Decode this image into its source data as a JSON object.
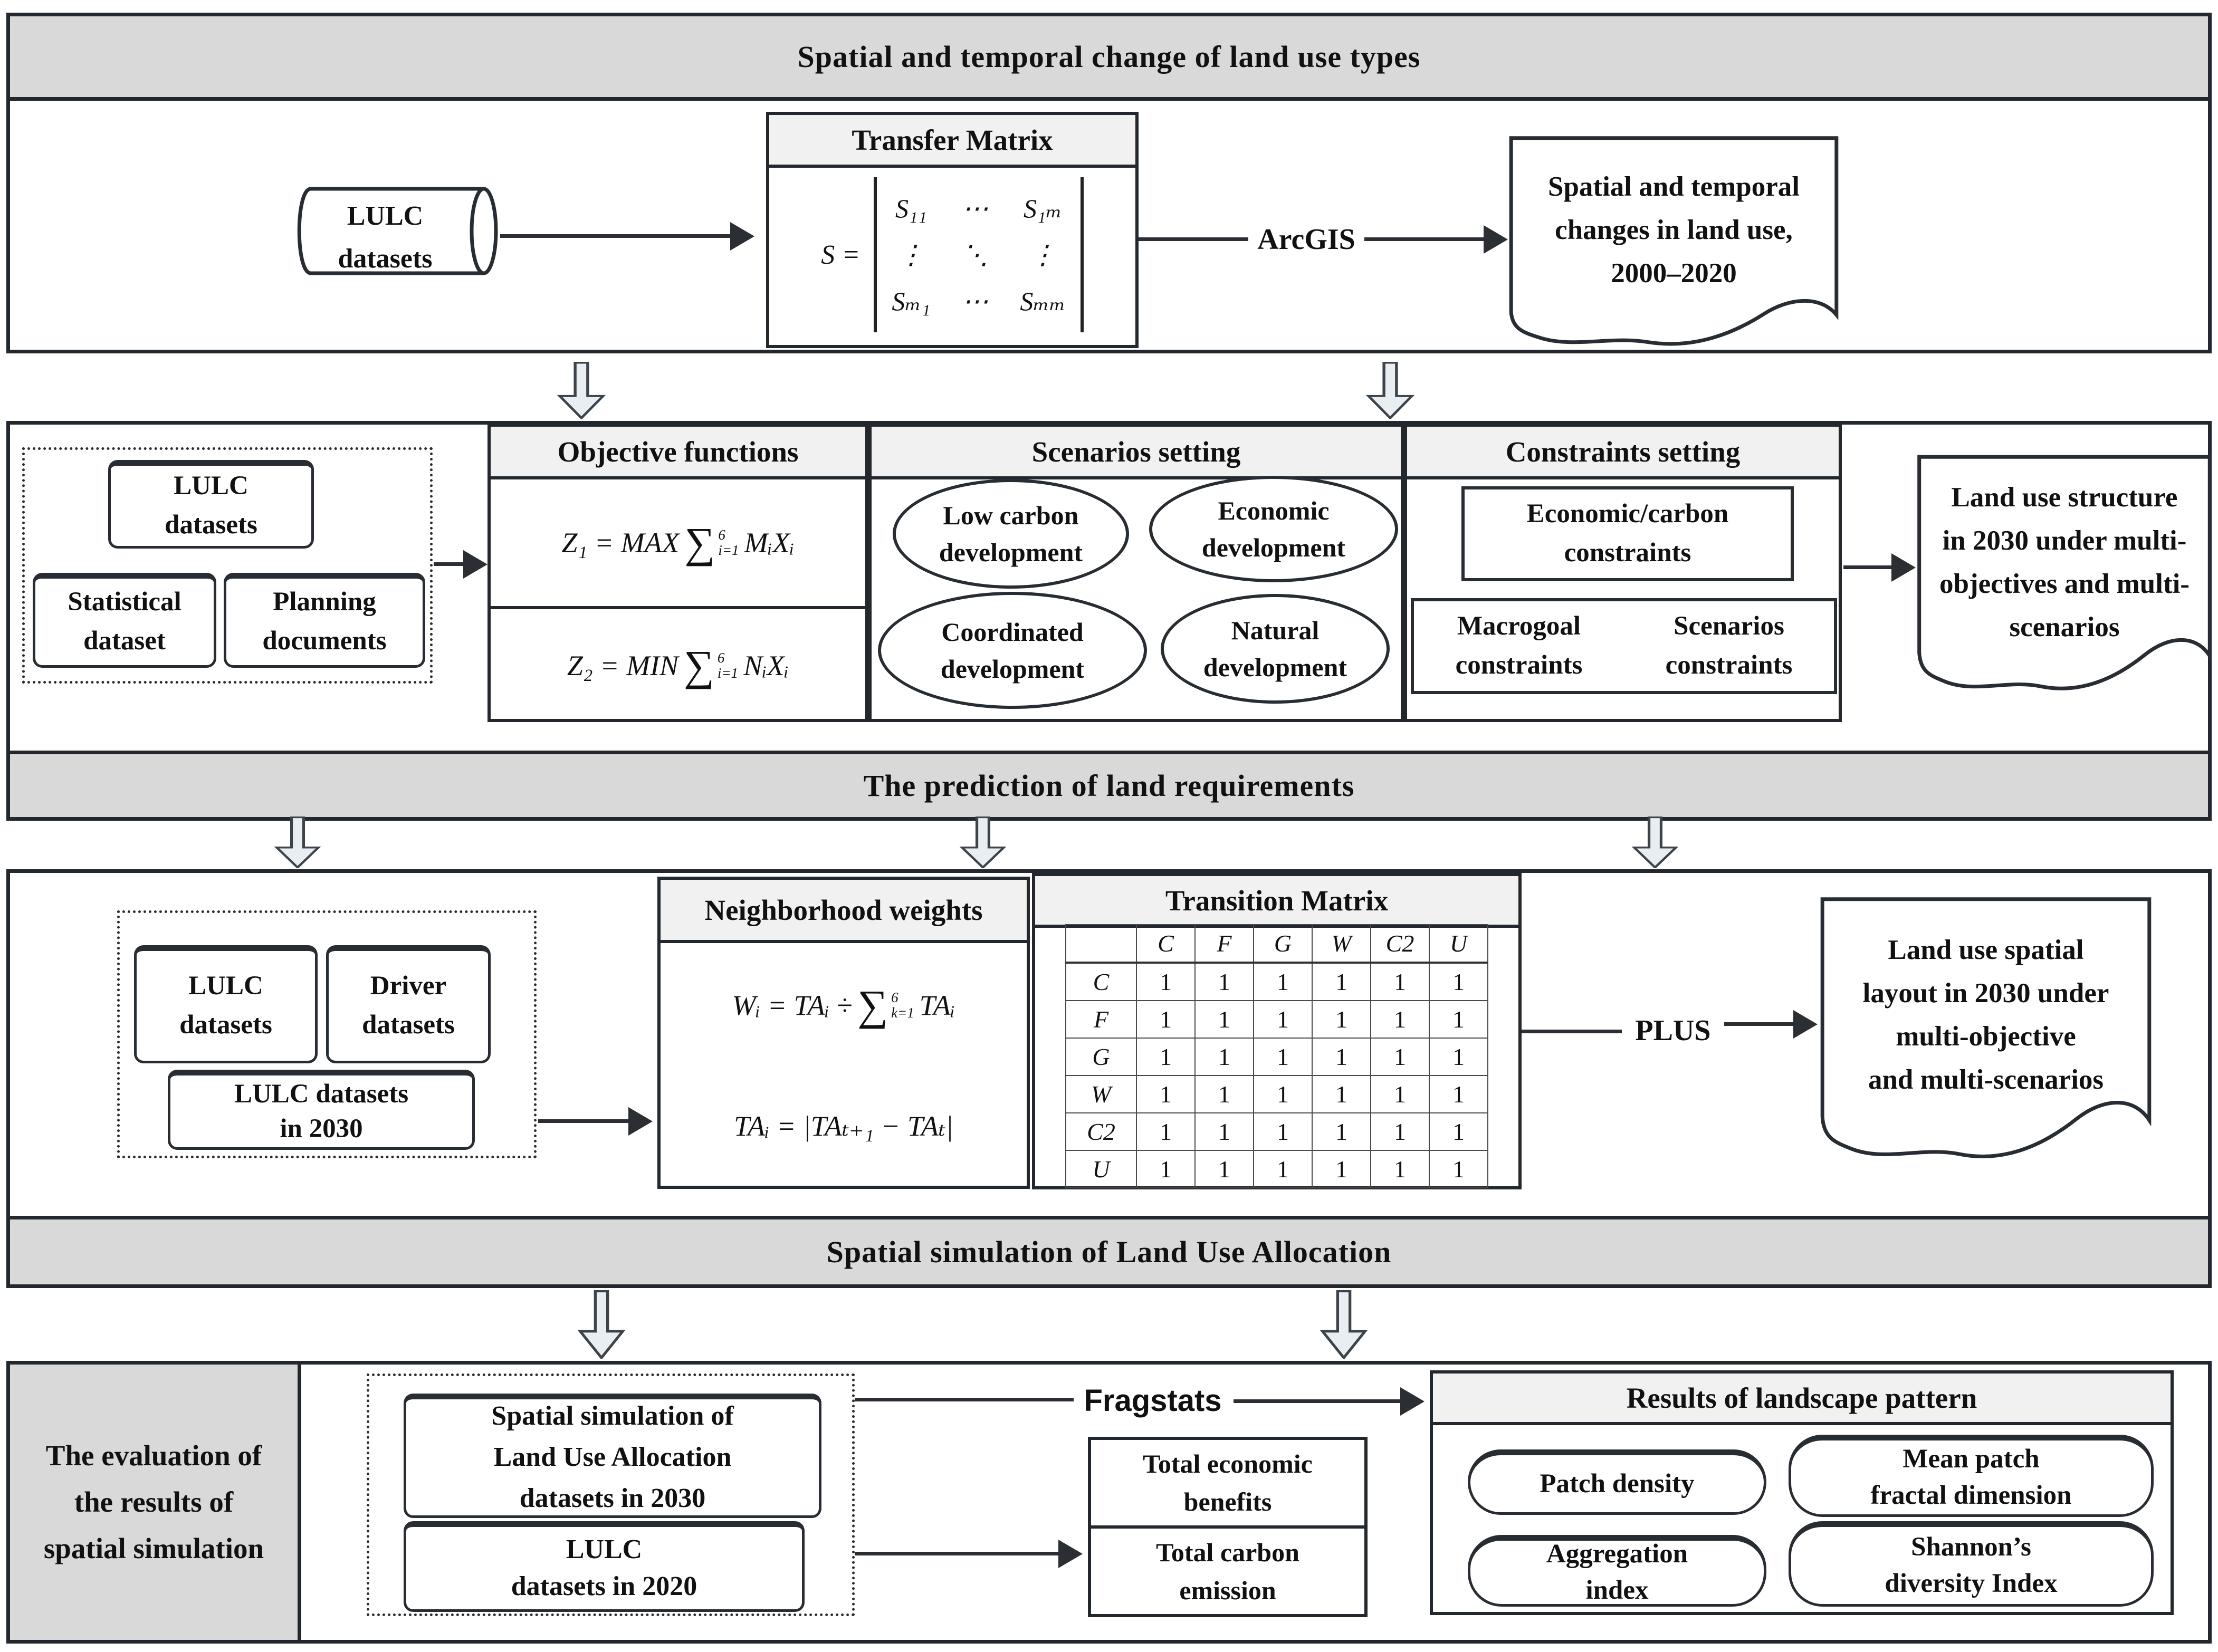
{
  "section1": {
    "banner": "Spatial and temporal change of land use types",
    "cylinder_label": "LULC\ndatasets",
    "transfer_matrix": {
      "title": "Transfer Matrix",
      "lhs": "S =",
      "rows": [
        [
          "S₁₁",
          "⋯",
          "S₁ₘ"
        ],
        [
          "⋮",
          "⋱",
          "⋮"
        ],
        [
          "Sₘ₁",
          "⋯",
          "Sₘₘ"
        ]
      ]
    },
    "arcgis_label": "ArcGIS",
    "document": "Spatial and temporal\nchanges in land use,\n2000–2020"
  },
  "section2": {
    "inputs": {
      "lulc": "LULC\ndatasets",
      "statistical": "Statistical\ndataset",
      "planning": "Planning\ndocuments"
    },
    "objective_functions": {
      "title": "Objective functions",
      "z1": {
        "pre": "Z₁ = MAX",
        "sum_sup": "6",
        "sum_sub": "i=1",
        "post": "MᵢXᵢ"
      },
      "z2": {
        "pre": "Z₂ = MIN",
        "sum_sup": "6",
        "sum_sub": "i=1",
        "post": "NᵢXᵢ"
      }
    },
    "scenarios": {
      "title": "Scenarios setting",
      "low_carbon": "Low carbon\ndevelopment",
      "economic": "Economic\ndevelopment",
      "coordinated": "Coordinated\ndevelopment",
      "natural": "Natural\ndevelopment"
    },
    "constraints": {
      "title": "Constraints setting",
      "econ_carbon": "Economic/carbon\nconstraints",
      "macrogoal": "Macrogoal\nconstraints",
      "scenarios": "Scenarios\nconstraints"
    },
    "document": "Land use structure\nin 2030 under multi-\nobjectives and multi-\nscenarios",
    "banner": "The prediction of land requirements"
  },
  "section3": {
    "inputs": {
      "lulc": "LULC\ndatasets",
      "driver": "Driver\ndatasets",
      "lulc2030": "LULC datasets\nin 2030"
    },
    "neighborhood": {
      "title": "Neighborhood weights",
      "w": {
        "pre": "Wᵢ = TAᵢ ÷",
        "sum_sup": "6",
        "sum_sub": "k=1",
        "post": "TAᵢ"
      },
      "ta": "TAᵢ = |TAₜ₊₁ − TAₜ|"
    },
    "transition_matrix": {
      "title": "Transition Matrix",
      "cols": [
        "C",
        "F",
        "G",
        "W",
        "C2",
        "U"
      ],
      "rows": [
        "C",
        "F",
        "G",
        "W",
        "C2",
        "U"
      ],
      "values": [
        [
          1,
          1,
          1,
          1,
          1,
          1
        ],
        [
          1,
          1,
          1,
          1,
          1,
          1
        ],
        [
          1,
          1,
          1,
          1,
          1,
          1
        ],
        [
          1,
          1,
          1,
          1,
          1,
          1
        ],
        [
          1,
          1,
          1,
          1,
          1,
          1
        ],
        [
          1,
          1,
          1,
          1,
          1,
          1
        ]
      ]
    },
    "plus_label": "PLUS",
    "document": "Land use spatial\nlayout in 2030 under\nmulti-objective\nand multi-scenarios",
    "banner": "Spatial simulation of Land Use Allocation"
  },
  "section4": {
    "side_label": "The evaluation of\nthe results of\nspatial simulation",
    "sim2030": "Spatial simulation of\nLand Use Allocation\ndatasets in 2030",
    "lulc2020": "LULC\ndatasets in 2020",
    "fragstats_label": "Fragstats",
    "totals": {
      "economic": "Total economic\nbenefits",
      "carbon": "Total carbon\nemission"
    },
    "landscape": {
      "title": "Results of landscape pattern",
      "patch_density": "Patch density",
      "mean_patch": "Mean patch\nfractal dimension",
      "aggregation": "Aggregation\nindex",
      "shannon": "Shannon’s\ndiversity Index"
    }
  },
  "colors": {
    "border_dark": "#22282d",
    "banner_gray": "#d9d9d9",
    "header_gray": "#f1f1f1",
    "arrow_fill": "#e9eef3"
  }
}
